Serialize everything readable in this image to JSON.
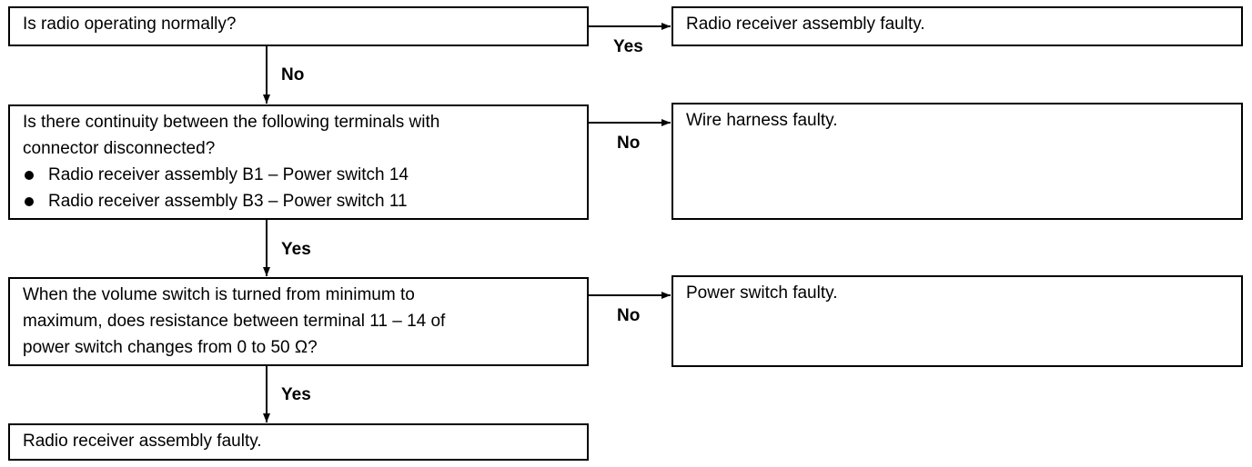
{
  "step1": {
    "question": "Is radio operating normally?",
    "yes_label": "Yes",
    "yes_result": "Radio receiver assembly faulty.",
    "no_label": "No"
  },
  "step2": {
    "question": [
      "Is there continuity between the following terminals with",
      "connector disconnected?"
    ],
    "bullets": [
      "Radio receiver assembly B1 – Power switch 14",
      "Radio receiver assembly B3 – Power switch 11"
    ],
    "no_label": "No",
    "no_result": "Wire harness faulty.",
    "yes_label": "Yes"
  },
  "step3": {
    "question": [
      "When the volume switch is turned from minimum to",
      "maximum, does resistance between terminal 11 – 14 of",
      "power switch changes from 0 to 50 Ω?"
    ],
    "no_label": "No",
    "no_result": "Power switch faulty.",
    "yes_label": "Yes"
  },
  "final": {
    "result": "Radio receiver assembly faulty."
  }
}
